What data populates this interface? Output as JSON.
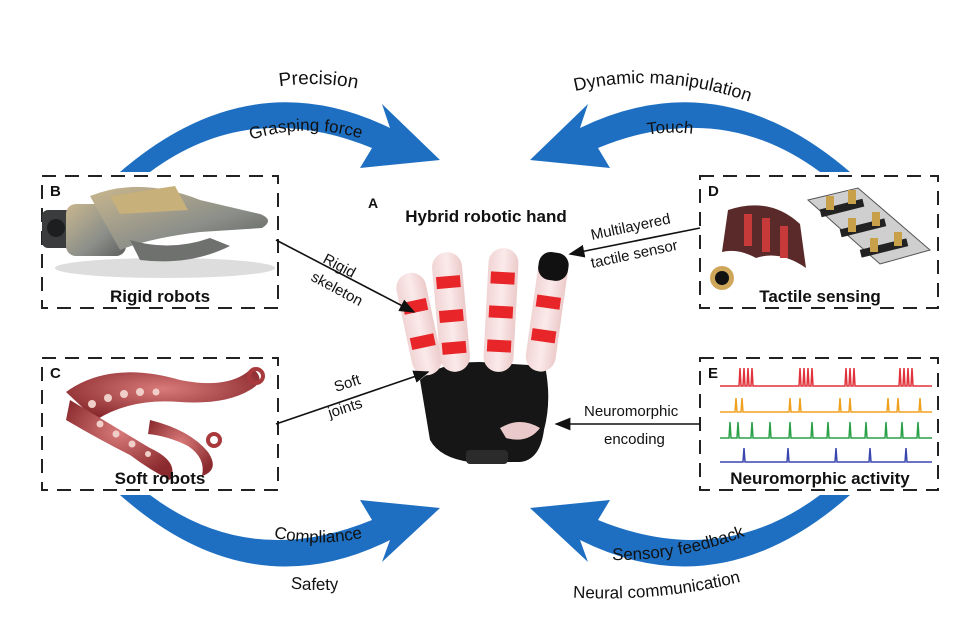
{
  "center": {
    "letter": "A",
    "title": "Hybrid robotic hand"
  },
  "panels": {
    "B": {
      "letter": "B",
      "caption": "Rigid robots"
    },
    "C": {
      "letter": "C",
      "caption": "Soft robots"
    },
    "D": {
      "letter": "D",
      "caption": "Tactile sensing"
    },
    "E": {
      "letter": "E",
      "caption": "Neuromorphic activity"
    }
  },
  "arrows": {
    "top_left": {
      "outer": "Precision",
      "inner": "Grasping force"
    },
    "top_right": {
      "outer": "Dynamic manipulation",
      "inner": "Touch"
    },
    "bottom_left": {
      "inner": "Compliance",
      "outer": "Safety"
    },
    "bottom_right": {
      "inner": "Sensory feedback",
      "outer": "Neural communication"
    }
  },
  "connectors": {
    "rigid": {
      "line1": "Rigid",
      "line2": "skeleton"
    },
    "soft": {
      "line1": "Soft",
      "line2": "joints"
    },
    "tactile": {
      "line1": "Multilayered",
      "line2": "tactile sensor"
    },
    "neuro": {
      "line1": "Neuromorphic",
      "line2": "encoding"
    }
  },
  "colors": {
    "arrow_blue": "#1e6fc2",
    "marker_red": "#e8262a",
    "spike_red": "#e0323a",
    "spike_orange": "#f0a020",
    "spike_green": "#2aa048",
    "spike_blue": "#3a46b0"
  }
}
